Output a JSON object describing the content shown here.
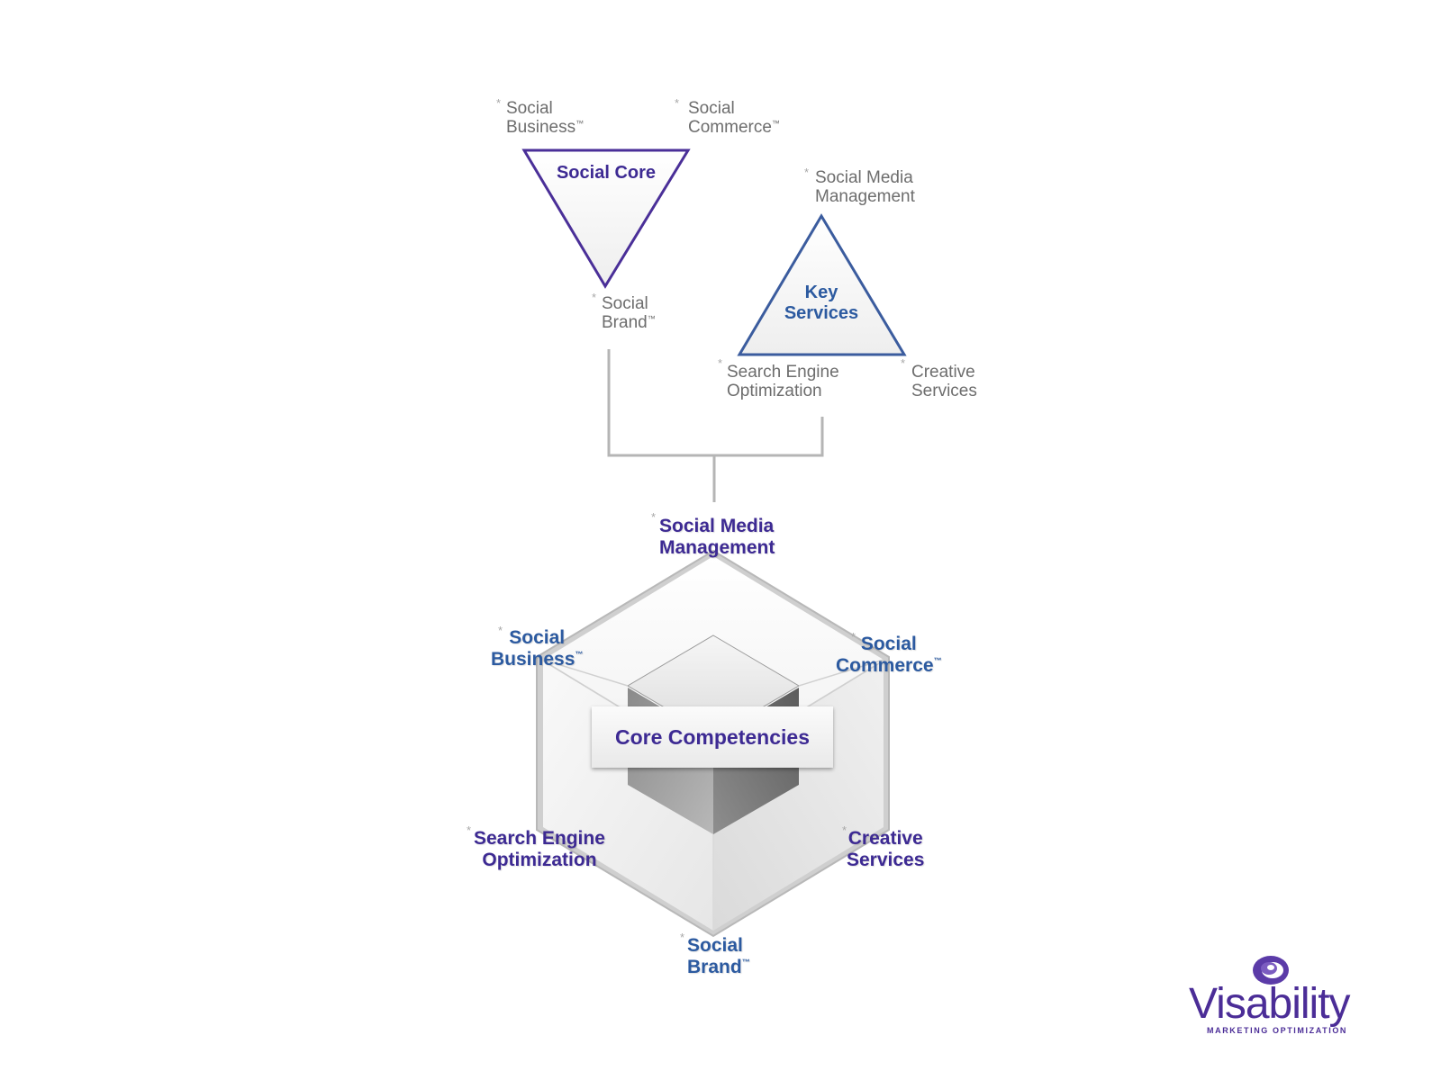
{
  "social_core": {
    "title": "Social Core",
    "labels": {
      "business": {
        "line1": "Social",
        "line2": "Business",
        "tm": "™"
      },
      "commerce": {
        "line1": "Social",
        "line2": "Commerce",
        "tm": "™"
      },
      "brand": {
        "line1": "Social",
        "line2": "Brand",
        "tm": "™"
      }
    }
  },
  "key_services": {
    "title_line1": "Key",
    "title_line2": "Services",
    "labels": {
      "smm": {
        "line1": "Social Media",
        "line2": "Management"
      },
      "seo": {
        "line1": "Search Engine",
        "line2": "Optimization"
      },
      "creative": {
        "line1": "Creative",
        "line2": "Services"
      }
    }
  },
  "hexagon": {
    "center_label": "Core Competencies",
    "labels": {
      "smm": {
        "line1": "Social Media",
        "line2": "Management"
      },
      "business": {
        "line1": "Social",
        "line2": "Business",
        "tm": "™"
      },
      "commerce": {
        "line1": "Social",
        "line2": "Commerce",
        "tm": "™"
      },
      "seo": {
        "line1": "Search Engine",
        "line2": "Optimization"
      },
      "creative": {
        "line1": "Creative",
        "line2": "Services"
      },
      "brand": {
        "line1": "Social",
        "line2": "Brand",
        "tm": "™"
      }
    }
  },
  "asterisk": "*",
  "logo": {
    "word": "Visability",
    "tagline": "MARKETING OPTIMIZATION"
  },
  "colors": {
    "purple": "#3d2a93",
    "blue": "#2c5aa0",
    "gray_text": "#6d6d6d",
    "connector": "#b5b5b5"
  }
}
